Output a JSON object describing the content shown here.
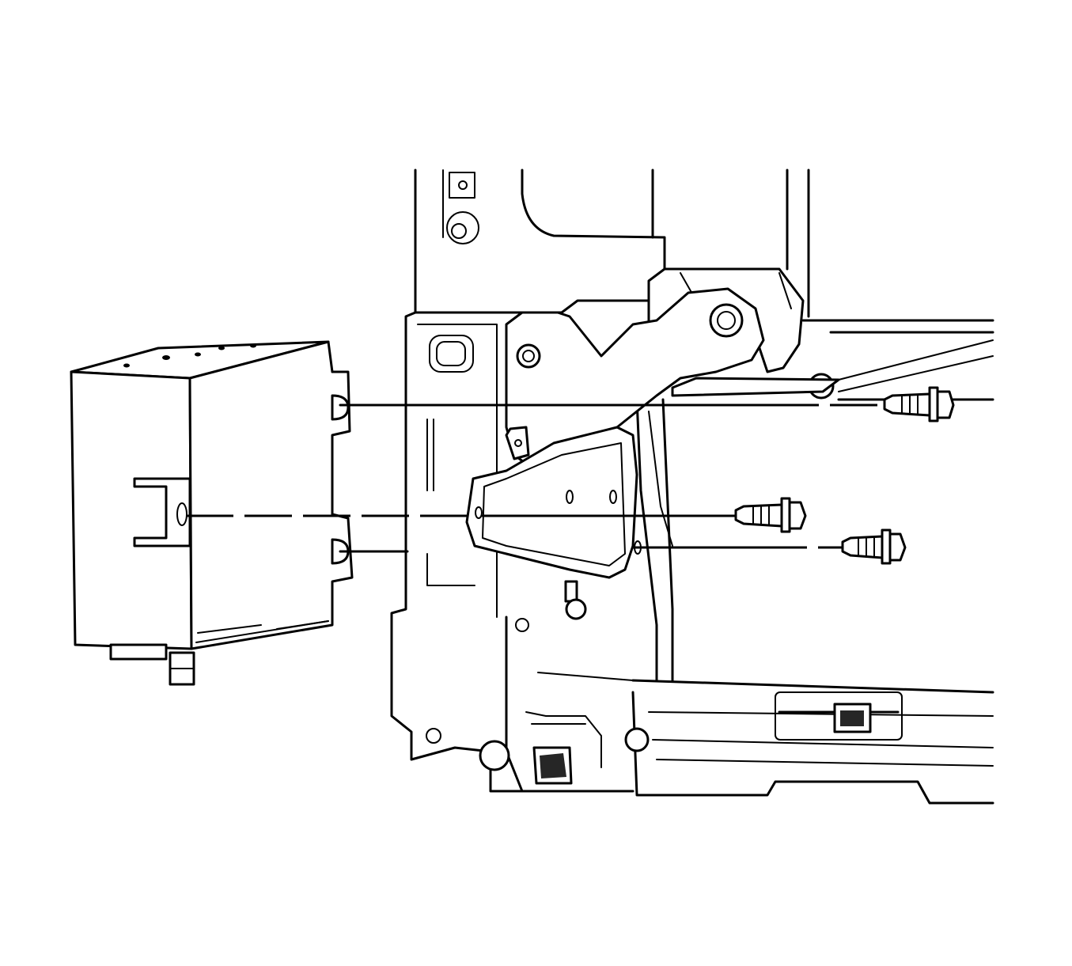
{
  "figure": {
    "type": "line-art exploded installation diagram",
    "background": "#ffffff",
    "line_color": "#000000"
  },
  "parts": [
    {
      "id": "module",
      "kind": "electronic-control-module"
    },
    {
      "id": "bracket",
      "kind": "mounting-bracket"
    },
    {
      "id": "body-structure",
      "kind": "vehicle-body-panel"
    },
    {
      "id": "bolt-upper",
      "kind": "flange-bolt"
    },
    {
      "id": "bolt-middle",
      "kind": "flange-bolt"
    },
    {
      "id": "bolt-lower",
      "kind": "flange-bolt"
    }
  ],
  "leader_lines": 3
}
